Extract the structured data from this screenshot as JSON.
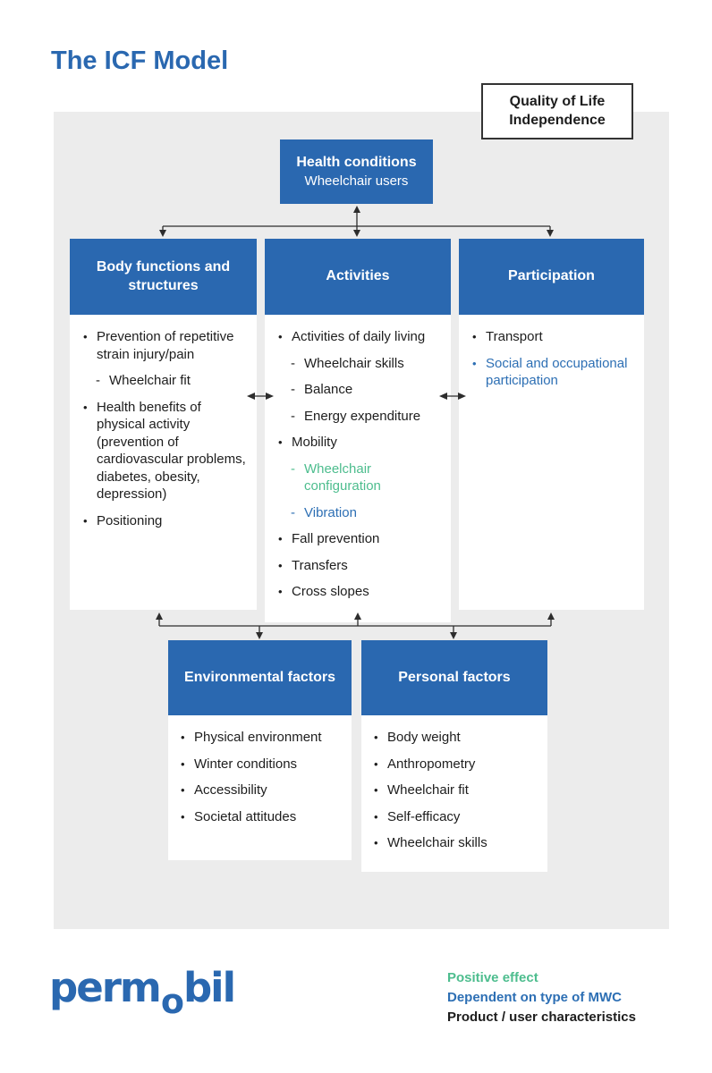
{
  "colors": {
    "brand_blue": "#2a68b0",
    "text_blue": "#2d6fb4",
    "green": "#4dbd8e",
    "purple": "#5b2d90",
    "dark": "#1d1d1d",
    "panel_gray": "#ececec"
  },
  "page": {
    "title": "The ICF Model"
  },
  "qol_box": {
    "lines": [
      {
        "text": "Quality of Life",
        "color": "purple"
      },
      {
        "text": "Independence",
        "color": "green"
      }
    ]
  },
  "health_box": {
    "title": "Health conditions",
    "subtitle": "Wheelchair users"
  },
  "columns": [
    {
      "title": "Body functions and structures",
      "items": [
        {
          "text": "Prevention of repetitive strain injury/pain",
          "marker": "bullet"
        },
        {
          "text": "Wheelchair fit",
          "marker": "dash"
        },
        {
          "text": "Health benefits of physical activity (prevention of cardiovascular problems, diabetes, obesity, depression)",
          "marker": "bullet"
        },
        {
          "text": "Positioning",
          "marker": "bullet"
        }
      ]
    },
    {
      "title": "Activities",
      "items": [
        {
          "text": "Activities of daily living",
          "marker": "bullet"
        },
        {
          "text": "Wheelchair skills",
          "marker": "dash"
        },
        {
          "text": "Balance",
          "marker": "dash"
        },
        {
          "text": "Energy expenditure",
          "marker": "dash"
        },
        {
          "text": "Mobility",
          "marker": "bullet"
        },
        {
          "text": "Wheelchair configuration",
          "marker": "dash",
          "color": "green"
        },
        {
          "text": "Vibration",
          "marker": "dash",
          "color": "text_blue"
        },
        {
          "text": "Fall prevention",
          "marker": "bullet"
        },
        {
          "text": "Transfers",
          "marker": "bullet"
        },
        {
          "text": "Cross slopes",
          "marker": "bullet"
        }
      ]
    },
    {
      "title": "Participation",
      "items": [
        {
          "text": "Transport",
          "marker": "bullet"
        },
        {
          "text": "Social and occupational participation",
          "marker": "bullet",
          "color": "text_blue"
        }
      ]
    }
  ],
  "bottom_boxes": [
    {
      "title": "Environmental factors",
      "items": [
        {
          "text": "Physical environment",
          "marker": "bullet"
        },
        {
          "text": "Winter conditions",
          "marker": "bullet"
        },
        {
          "text": "Accessibility",
          "marker": "bullet"
        },
        {
          "text": "Societal attitudes",
          "marker": "bullet"
        }
      ]
    },
    {
      "title": "Personal factors",
      "items": [
        {
          "text": "Body weight",
          "marker": "bullet"
        },
        {
          "text": "Anthropometry",
          "marker": "bullet"
        },
        {
          "text": "Wheelchair fit",
          "marker": "bullet"
        },
        {
          "text": "Self-efficacy",
          "marker": "bullet"
        },
        {
          "text": "Wheelchair skills",
          "marker": "bullet"
        }
      ]
    }
  ],
  "footer": {
    "logo_parts": [
      "perm",
      "o",
      "bil"
    ],
    "legend": [
      {
        "text": "Positive effect",
        "color": "green"
      },
      {
        "text": "Dependent on type of MWC",
        "color": "text_blue"
      },
      {
        "text": "Product / user characteristics",
        "color": "dark"
      }
    ]
  }
}
